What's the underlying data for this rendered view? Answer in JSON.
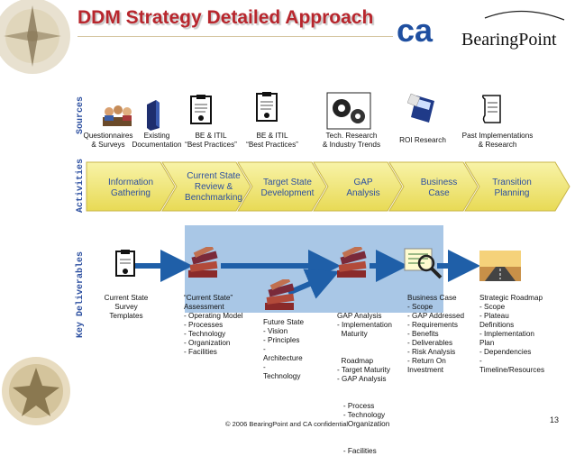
{
  "title": "DDM Strategy Detailed Approach",
  "logos": {
    "ca": "ca",
    "bearingpoint": "BearingPoint"
  },
  "row_labels": {
    "sources": "Sources",
    "activities": "Activities",
    "deliverables": "Key Deliverables"
  },
  "sources": [
    {
      "lines": [
        "Questionnaires",
        "& Surveys"
      ]
    },
    {
      "lines": [
        "Existing",
        "Documentation"
      ]
    },
    {
      "lines": [
        "BE & ITIL",
        "“Best Practices”"
      ]
    },
    {
      "lines": [
        "BE & ITIL",
        "“Best Practices”"
      ]
    },
    {
      "lines": [
        "Tech. Research",
        "& Industry Trends"
      ]
    },
    {
      "lines": [
        "ROI Research"
      ]
    },
    {
      "lines": [
        "Past Implementations",
        "& Research"
      ]
    }
  ],
  "activities": [
    {
      "lines": [
        "Information",
        "Gathering"
      ]
    },
    {
      "lines": [
        "Current State",
        "Review &",
        "Benchmarking"
      ]
    },
    {
      "lines": [
        "Target State",
        "Development"
      ]
    },
    {
      "lines": [
        "GAP",
        "Analysis"
      ]
    },
    {
      "lines": [
        "Business",
        "Case"
      ]
    },
    {
      "lines": [
        "Transition",
        "Planning"
      ]
    }
  ],
  "deliverables": [
    {
      "lines": [
        "Current State",
        "Survey",
        "Templates"
      ]
    },
    {
      "lines": [
        "“Current State”",
        "Assessment",
        "- Operating Model",
        "- Processes",
        "- Technology",
        "- Organization",
        "- Facilities"
      ]
    },
    {
      "lines": [
        "Future State",
        "- Vision",
        "- Principles",
        "-",
        "Architecture",
        "-",
        "Technology"
      ]
    },
    {
      "lines": [
        "GAP Analysis",
        "- Implementation",
        "  Maturity",
        "  Roadmap",
        "- Target Maturity",
        "- GAP Analysis",
        "   - Process",
        "   - Technology",
        "   - Organization",
        "   - Facilities"
      ]
    },
    {
      "lines": [
        "Business Case",
        "- Scope",
        "- GAP Addressed",
        "- Requirements",
        "- Benefits",
        "- Deliverables",
        "- Risk Analysis",
        "- Return On",
        "Investment"
      ]
    },
    {
      "lines": [
        "Strategic Roadmap",
        "- Scope",
        "- Plateau",
        "Definitions",
        "- Implementation",
        "Plan",
        "- Dependencies",
        "-",
        "Timeline/Resources"
      ]
    }
  ],
  "footer": "© 2006 BearingPoint and CA confidential",
  "page_number": "13",
  "colors": {
    "title": "#b8262d",
    "chevron": "#f3ea7a",
    "label": "#2c4fa0",
    "panel": "#a9c7e6",
    "arrow": "#1f5fa8"
  }
}
